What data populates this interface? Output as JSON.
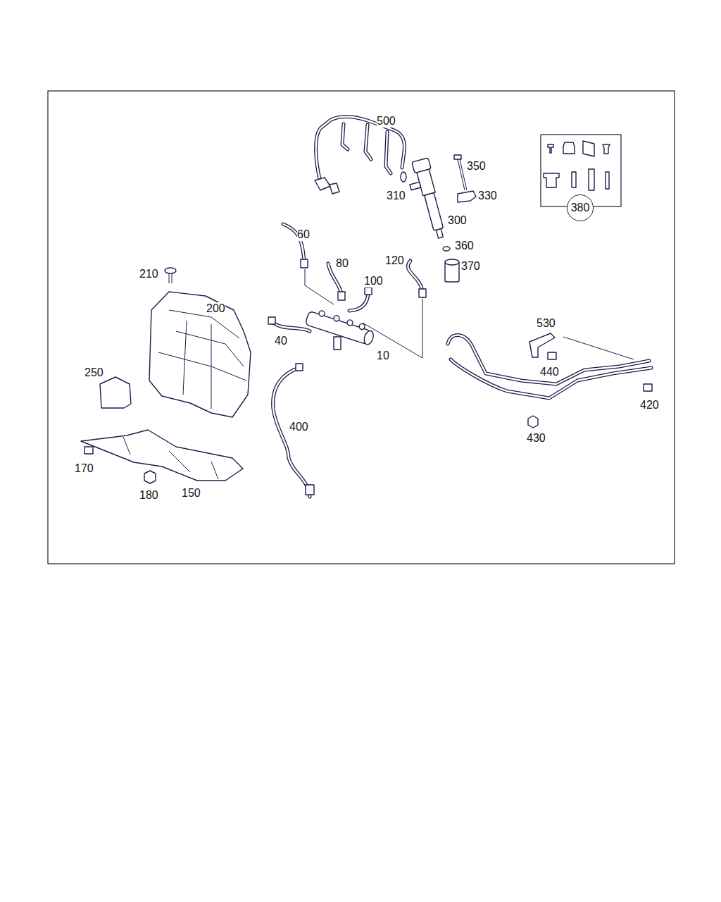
{
  "diagram": {
    "nodes": [
      {
        "text": [
          "380"
        ]
      }
    ],
    "labels": [
      "500",
      "350",
      "310",
      "330",
      "300",
      "60",
      "80",
      "120",
      "360",
      "100",
      "370",
      "210",
      "200",
      "40",
      "10",
      "530",
      "250",
      "440",
      "420",
      "400",
      "430",
      "170",
      "180",
      "150"
    ]
  }
}
